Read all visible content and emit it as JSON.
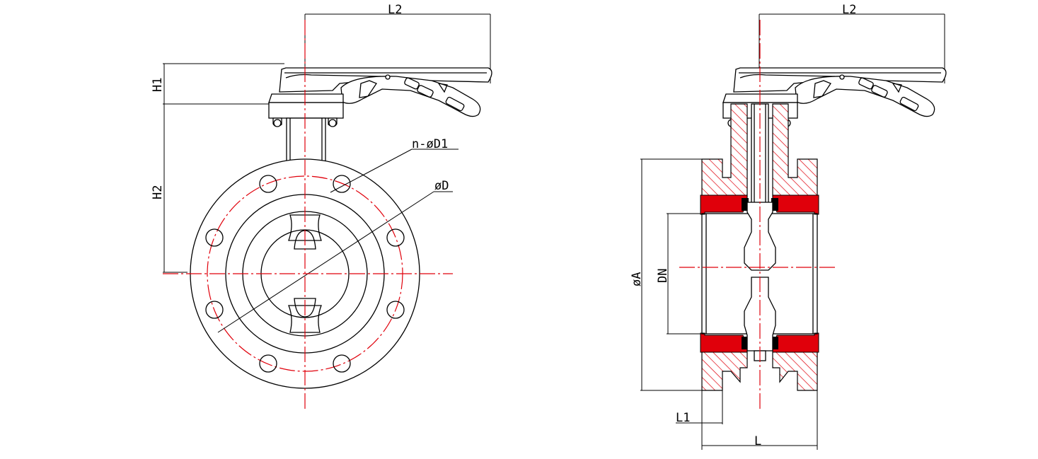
{
  "labels": {
    "l2_front": "L2",
    "l2_side": "L2",
    "h1": "H1",
    "h2": "H2",
    "n_d1": "n-øD1",
    "d": "øD",
    "a": "øA",
    "dn": "DN",
    "l1": "L1",
    "l": "L"
  },
  "colors": {
    "outline": "#000000",
    "centerline": "#e0000b",
    "liner": "#e0000b",
    "hatch": "#e0000b"
  }
}
